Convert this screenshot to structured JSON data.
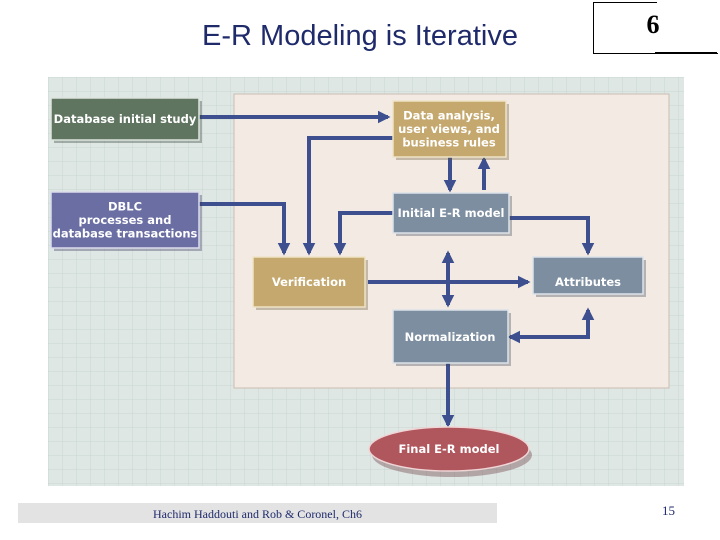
{
  "title": "E-R Modeling is Iterative",
  "chapter_number": "6",
  "footer_text": "Hachim Haddouti and  Rob & Coronel, Ch6",
  "page_number": "15",
  "diagram": {
    "boxes": {
      "initial_study": {
        "lines": [
          "Database initial study"
        ],
        "color": "#5f7560"
      },
      "dblc": {
        "lines": [
          "DBLC",
          "processes and",
          "database transactions"
        ],
        "color": "#6a6ea3"
      },
      "data_analysis": {
        "lines": [
          "Data analysis,",
          "user views, and",
          "business rules"
        ],
        "color": "#c4a86e"
      },
      "initial_er": {
        "lines": [
          "Initial E-R model"
        ],
        "color": "#7d8ea1"
      },
      "verification": {
        "lines": [
          "Verification"
        ],
        "color": "#c4a86e"
      },
      "attributes": {
        "lines": [
          "Attributes"
        ],
        "color": "#7d8ea1"
      },
      "normalization": {
        "lines": [
          "Normalization"
        ],
        "color": "#7d8ea1"
      },
      "final_er": {
        "lines": [
          "Final E-R model"
        ],
        "color": "#b0575d"
      }
    },
    "arrow_color": "#3d4f8f"
  }
}
